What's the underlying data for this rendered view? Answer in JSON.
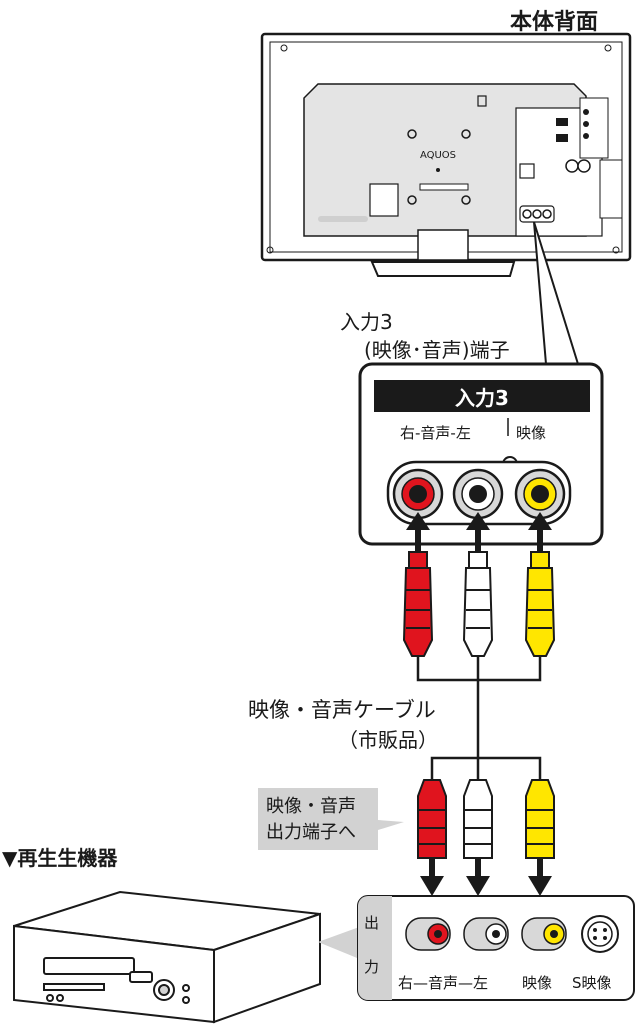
{
  "tv_rear_label": "本体背面",
  "brand_logo": "AQUOS",
  "input3_terminal_label_line1": "入力3",
  "input3_terminal_label_line2": "(映像･音声)端子",
  "input3_panel": {
    "header": "入力3",
    "audio_label": "右-音声-左",
    "video_label": "映像"
  },
  "cable_label": "映像・音声ケーブル",
  "cable_note": "（市販品）",
  "source_output_callout_line1": "映像・音声",
  "source_output_callout_line2": "出力端子へ",
  "playback_device_label": "▼再生生機器",
  "output_panel": {
    "side_label_top": "出",
    "side_label_bottom": "力",
    "audio_label": "右—音声—左",
    "video_label": "映像",
    "svideo_label": "S映像"
  },
  "colors": {
    "red_plug": "#e0141e",
    "white_plug": "#ffffff",
    "yellow_plug": "#ffe600",
    "panel_gray": "#d2d2d2",
    "line": "#1a1a1a"
  }
}
